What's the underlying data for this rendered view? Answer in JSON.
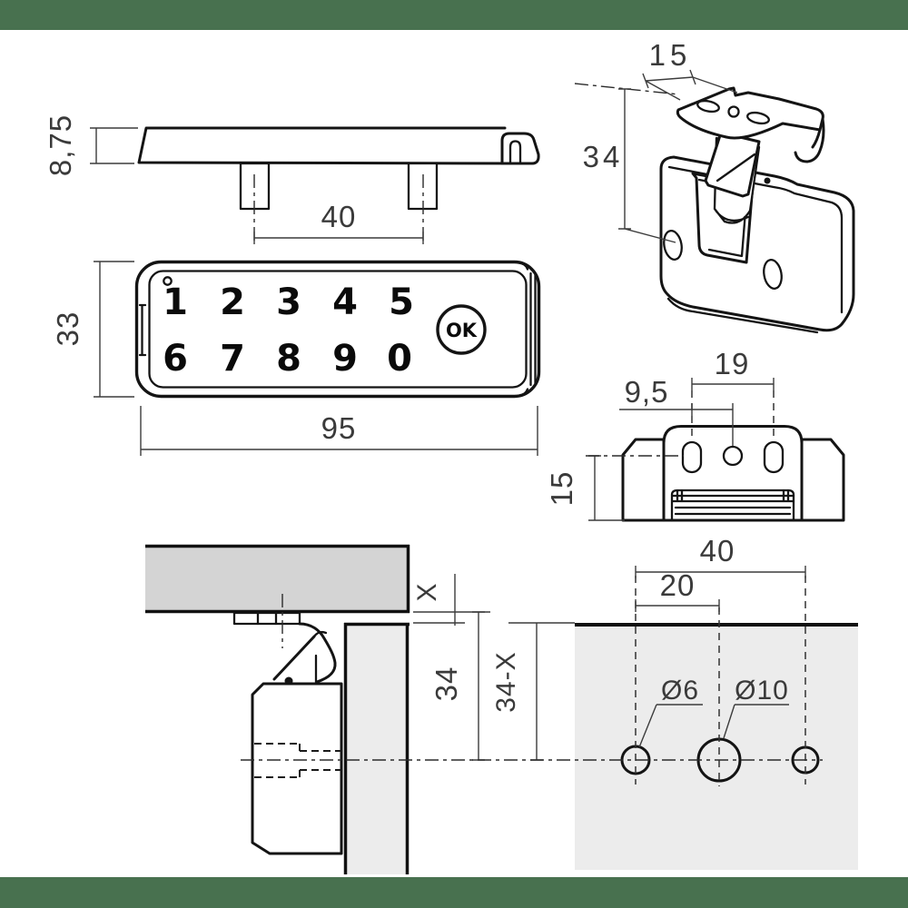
{
  "drawing_title": "electronic keypad cabinet lock technical drawing",
  "colors": {
    "accent_bar": "#48714f",
    "panel_dark": "#d4d4d4",
    "panel_light": "#ececec",
    "line": "#141414",
    "dimension": "#3a3a3a",
    "background": "#ffffff"
  },
  "views": {
    "side": {
      "dim_height": "8,75",
      "dim_peg_spacing": "40"
    },
    "front": {
      "keypad_row1": [
        "1",
        "2",
        "3",
        "4",
        "5"
      ],
      "keypad_row2": [
        "6",
        "7",
        "8",
        "9",
        "0"
      ],
      "ok_label": "OK",
      "dim_height": "33",
      "dim_width": "95"
    },
    "iso": {
      "dim_plate_depth": "15",
      "dim_height": "34"
    },
    "strike": {
      "dim_slot_spacing": "19",
      "dim_hole_offset": "9,5",
      "dim_height": "15"
    },
    "section": {
      "dim_overlay": "X",
      "dim_center_distance": "34"
    },
    "template": {
      "dim_outer_spacing": "40",
      "dim_inner_spacing": "20",
      "dim_vertical": "34-X",
      "label_small_hole": "Ø6",
      "label_large_hole": "Ø10"
    }
  }
}
